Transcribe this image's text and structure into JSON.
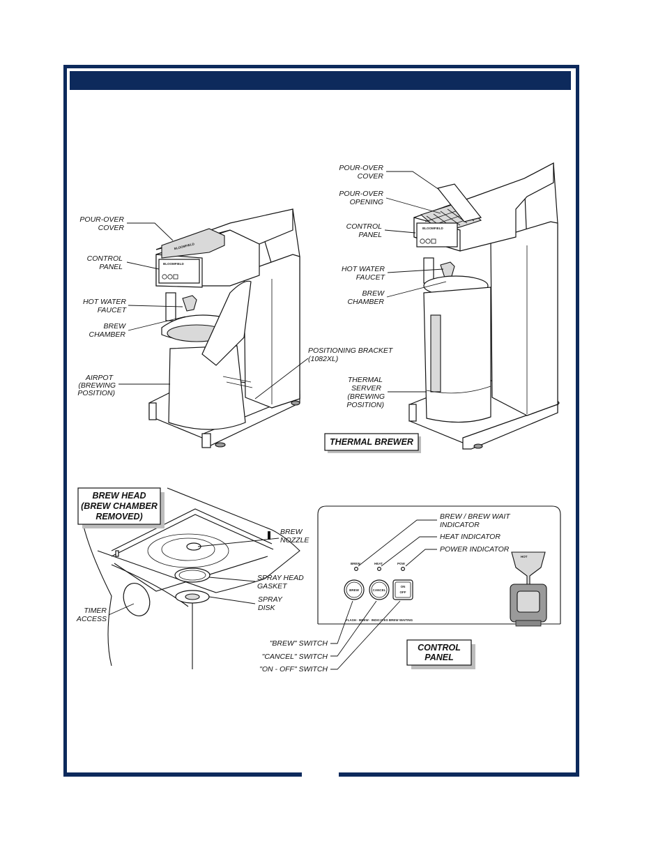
{
  "colors": {
    "frame": "#0d2a5c",
    "header_bar": "#0d2a5c",
    "ink": "#111111"
  },
  "airpot_brewer": {
    "pour_over_cover": [
      "POUR-OVER",
      "COVER"
    ],
    "control_panel": [
      "CONTROL",
      "PANEL"
    ],
    "hot_water_faucet": [
      "HOT WATER",
      "FAUCET"
    ],
    "brew_chamber": [
      "BREW",
      "CHAMBER"
    ],
    "airpot": [
      "AIRPOT",
      "(BREWING",
      "POSITION)"
    ],
    "positioning_bracket": [
      "POSITIONING BRACKET",
      "(1082XL)"
    ]
  },
  "thermal_brewer": {
    "pour_over_cover": [
      "POUR-OVER",
      "COVER"
    ],
    "pour_over_opening": [
      "POUR-OVER",
      "OPENING"
    ],
    "control_panel": [
      "CONTROL",
      "PANEL"
    ],
    "hot_water_faucet": [
      "HOT WATER",
      "FAUCET"
    ],
    "brew_chamber": [
      "BREW",
      "CHAMBER"
    ],
    "thermal_server": [
      "THERMAL",
      "SERVER",
      "(BREWING",
      "POSITION)"
    ],
    "title": "THERMAL BREWER"
  },
  "brew_head": {
    "title": [
      "BREW HEAD",
      "(BREW CHAMBER",
      "REMOVED)"
    ],
    "brew_nozzle": [
      "BREW",
      "NOZZLE"
    ],
    "spray_head_gasket": [
      "SPRAY HEAD",
      "GASKET"
    ],
    "spray_disk": [
      "SPRAY",
      "DISK"
    ],
    "timer_access": [
      "TIMER",
      "ACCESS"
    ]
  },
  "control_panel_detail": {
    "brew_indicator": [
      "BREW / BREW WAIT",
      "INDICATOR"
    ],
    "heat_indicator": "HEAT INDICATOR",
    "power_indicator": "POWER INDICATOR",
    "brew_switch": "\"BREW\" SWITCH",
    "cancel_switch": "\"CANCEL\" SWITCH",
    "on_off_switch": "\"ON - OFF\" SWITCH",
    "title": [
      "CONTROL",
      "PANEL"
    ]
  }
}
